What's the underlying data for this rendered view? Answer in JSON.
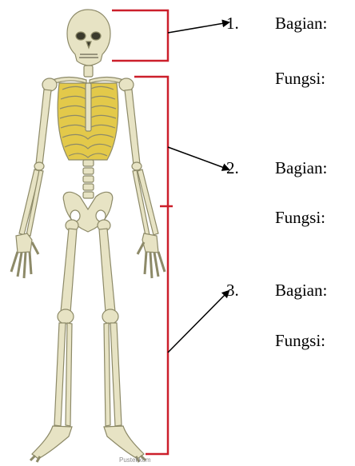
{
  "worksheet": {
    "items": [
      {
        "number": "1.",
        "part_label": "Bagian:",
        "function_label": "Fungsi:"
      },
      {
        "number": "2.",
        "part_label": "Bagian:",
        "function_label": "Fungsi:"
      },
      {
        "number": "3.",
        "part_label": "Bagian:",
        "function_label": "Fungsi:"
      }
    ]
  },
  "figure": {
    "watermark": "Pustekkom",
    "colors": {
      "bone": "#e7e3c4",
      "bone_edge": "#8d8a68",
      "ribcage_fill": "#e3c94a",
      "bracket": "#cc1f2b",
      "arrow": "#000000"
    }
  }
}
